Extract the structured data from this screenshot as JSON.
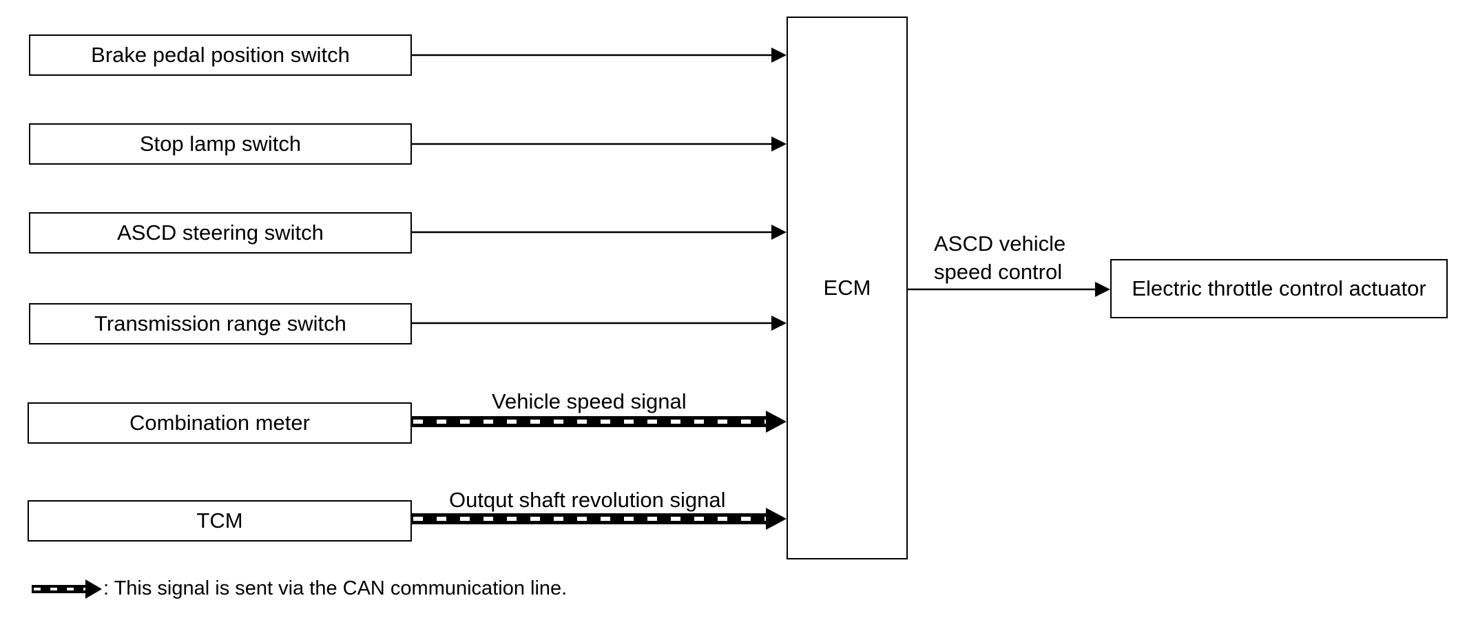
{
  "inputs": [
    {
      "label": "Brake pedal position switch",
      "signal": "",
      "can": false
    },
    {
      "label": "Stop lamp switch",
      "signal": "",
      "can": false
    },
    {
      "label": "ASCD steering switch",
      "signal": "",
      "can": false
    },
    {
      "label": "Transmission range switch",
      "signal": "",
      "can": false
    },
    {
      "label": "Combination meter",
      "signal": "Vehicle speed signal",
      "can": true
    },
    {
      "label": "TCM",
      "signal": "Outqut shaft revolution signal",
      "can": true
    }
  ],
  "ecm": {
    "label": "ECM"
  },
  "output_signal": {
    "line1": "ASCD vehicle",
    "line2": "speed control"
  },
  "actuator": {
    "label": "Electric throttle control actuator"
  },
  "legend": {
    "text": ": This signal is sent via the CAN communication line."
  }
}
